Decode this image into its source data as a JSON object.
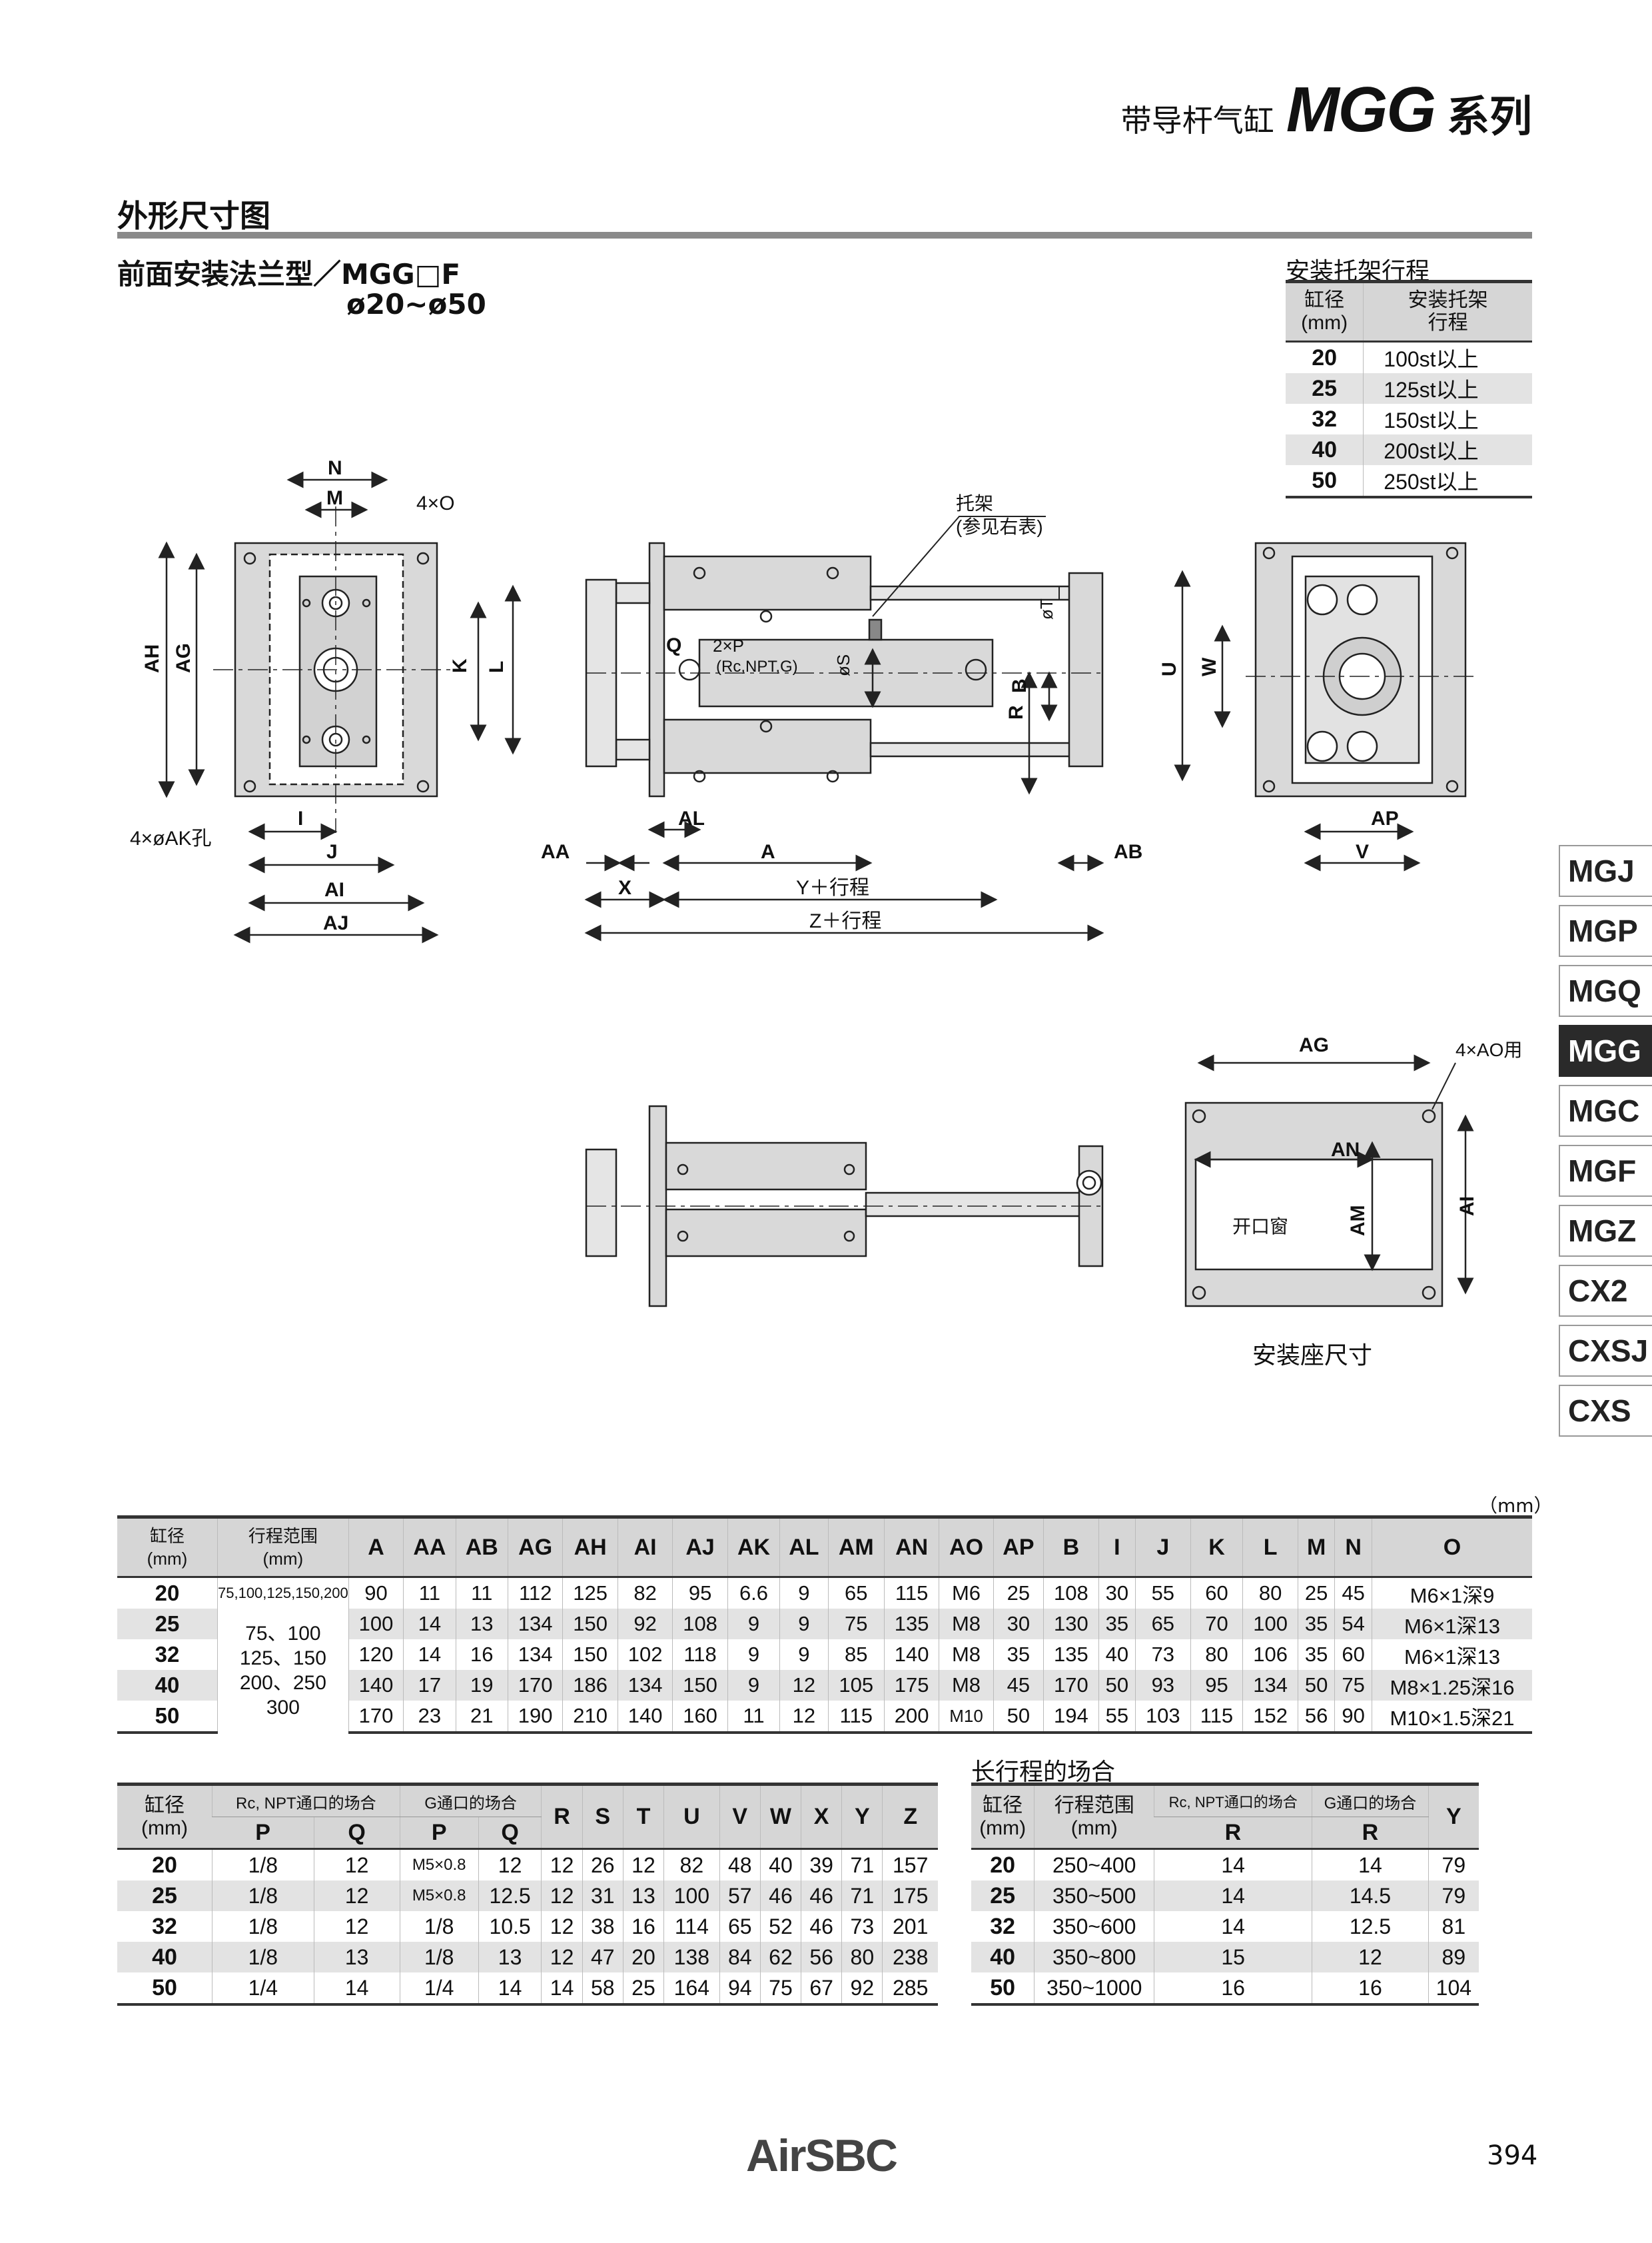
{
  "header": {
    "cn_title": "带导杆气缸",
    "model": "MGG",
    "series": "系列"
  },
  "section_title": "外形尺寸图",
  "subtitle": {
    "line1": "前面安装法兰型／MGG□F",
    "line2": "ø20~ø50"
  },
  "bracket_table": {
    "title": "安装托架行程",
    "headers": [
      "缸径\n(mm)",
      "安装托架\n行程"
    ],
    "rows": [
      [
        "20",
        "100st以上"
      ],
      [
        "25",
        "125st以上"
      ],
      [
        "32",
        "150st以上"
      ],
      [
        "40",
        "200st以上"
      ],
      [
        "50",
        "250st以上"
      ]
    ]
  },
  "drawing_labels": {
    "N": "N",
    "M": "M",
    "O4": "4×O",
    "AH": "AH",
    "AG": "AG",
    "K": "K",
    "L": "L",
    "AK": "4×øAK孔",
    "I": "I",
    "J": "J",
    "AI": "AI",
    "AJ": "AJ",
    "bracket": "托架",
    "bracket_ref": "(参见右表)",
    "T": "øT",
    "P": "2×P",
    "P_types": "(Rc,NPT,G)",
    "Q": "Q",
    "S": "øS",
    "B": "B",
    "R": "R",
    "AA": "AA",
    "AL": "AL",
    "A": "A",
    "AB": "AB",
    "X": "X",
    "Y": "Y＋行程",
    "Z": "Z＋行程",
    "U": "U",
    "W": "W",
    "AP": "AP",
    "V": "V",
    "AG2": "AG",
    "AO": "4×AO用",
    "AN": "AN",
    "AM": "AM",
    "AI2": "AI",
    "window": "开口窗",
    "mount_caption": "安装座尺寸"
  },
  "unit_note": "（mm）",
  "main_table": {
    "headers": [
      "缸径\n(mm)",
      "行程范围\n(mm)",
      "A",
      "AA",
      "AB",
      "AG",
      "AH",
      "AI",
      "AJ",
      "AK",
      "AL",
      "AM",
      "AN",
      "AO",
      "AP",
      "B",
      "I",
      "J",
      "K",
      "L",
      "M",
      "N",
      "O"
    ],
    "stroke_20": "75,100,125,150,200",
    "stroke_range": "75、100\n125、150\n200、250\n300",
    "rows": [
      [
        "20",
        "90",
        "11",
        "11",
        "112",
        "125",
        "82",
        "95",
        "6.6",
        "9",
        "65",
        "115",
        "M6",
        "25",
        "108",
        "30",
        "55",
        "60",
        "80",
        "25",
        "45",
        "M6×1深9"
      ],
      [
        "25",
        "100",
        "14",
        "13",
        "134",
        "150",
        "92",
        "108",
        "9",
        "9",
        "75",
        "135",
        "M8",
        "30",
        "130",
        "35",
        "65",
        "70",
        "100",
        "35",
        "54",
        "M6×1深13"
      ],
      [
        "32",
        "120",
        "14",
        "16",
        "134",
        "150",
        "102",
        "118",
        "9",
        "9",
        "85",
        "140",
        "M8",
        "35",
        "135",
        "40",
        "73",
        "80",
        "106",
        "35",
        "60",
        "M6×1深13"
      ],
      [
        "40",
        "140",
        "17",
        "19",
        "170",
        "186",
        "134",
        "150",
        "9",
        "12",
        "105",
        "175",
        "M8",
        "45",
        "170",
        "50",
        "93",
        "95",
        "134",
        "50",
        "75",
        "M8×1.25深16"
      ],
      [
        "50",
        "170",
        "23",
        "21",
        "190",
        "210",
        "140",
        "160",
        "11",
        "12",
        "115",
        "200",
        "M10",
        "50",
        "194",
        "55",
        "103",
        "115",
        "152",
        "56",
        "90",
        "M10×1.5深21"
      ]
    ]
  },
  "port_table": {
    "group_rc": "Rc, NPT通口的场合",
    "group_g": "G通口的场合",
    "headers": [
      "缸径\n(mm)",
      "P",
      "Q",
      "P",
      "Q",
      "R",
      "S",
      "T",
      "U",
      "V",
      "W",
      "X",
      "Y",
      "Z"
    ],
    "rows": [
      [
        "20",
        "1/8",
        "12",
        "M5×0.8",
        "12",
        "12",
        "26",
        "12",
        "82",
        "48",
        "40",
        "39",
        "71",
        "157"
      ],
      [
        "25",
        "1/8",
        "12",
        "M5×0.8",
        "12.5",
        "12",
        "31",
        "13",
        "100",
        "57",
        "46",
        "46",
        "71",
        "175"
      ],
      [
        "32",
        "1/8",
        "12",
        "1/8",
        "10.5",
        "12",
        "38",
        "16",
        "114",
        "65",
        "52",
        "46",
        "73",
        "201"
      ],
      [
        "40",
        "1/8",
        "13",
        "1/8",
        "13",
        "12",
        "47",
        "20",
        "138",
        "84",
        "62",
        "56",
        "80",
        "238"
      ],
      [
        "50",
        "1/4",
        "14",
        "1/4",
        "14",
        "14",
        "58",
        "25",
        "164",
        "94",
        "75",
        "67",
        "92",
        "285"
      ]
    ]
  },
  "long_stroke_table": {
    "title": "长行程的场合",
    "group_rc": "Rc, NPT通口的场合",
    "group_g": "G通口的场合",
    "headers": [
      "缸径\n(mm)",
      "行程范围\n(mm)",
      "R",
      "R",
      "Y"
    ],
    "rows": [
      [
        "20",
        "250~400",
        "14",
        "14",
        "79"
      ],
      [
        "25",
        "350~500",
        "14",
        "14.5",
        "79"
      ],
      [
        "32",
        "350~600",
        "14",
        "12.5",
        "81"
      ],
      [
        "40",
        "350~800",
        "15",
        "12",
        "89"
      ],
      [
        "50",
        "350~1000",
        "16",
        "16",
        "104"
      ]
    ]
  },
  "sidebar_tabs": [
    "MGJ",
    "MGP",
    "MGQ",
    "MGG",
    "MGC",
    "MGF",
    "MGZ",
    "CX2",
    "CXSJ",
    "CXS"
  ],
  "sidebar_active": "MGG",
  "footer": {
    "logo": "AirSBC",
    "page": "394"
  },
  "colors": {
    "rule": "#8a8a8a",
    "table_header": "#d6d6d6",
    "row_alt": "#e3e3e3",
    "tab_active": "#2a2a2a"
  }
}
